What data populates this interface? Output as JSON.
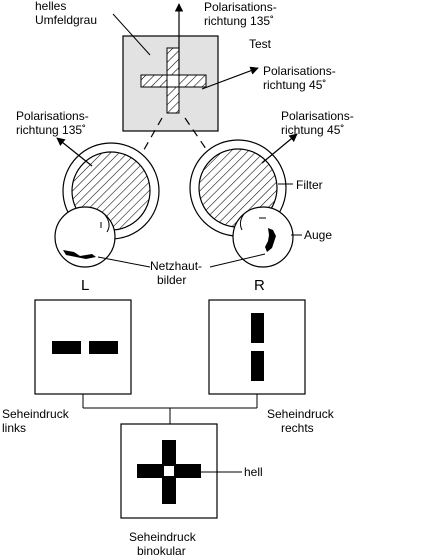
{
  "labels": {
    "helles_1": "helles",
    "helles_2": "Umfeldgrau",
    "pol_top_1": "Polarisations-",
    "pol_top_2": "richtung 135˚",
    "test": "Test",
    "pol_right_1": "Polarisations-",
    "pol_right_2": "richtung 45˚",
    "pol_left_1": "Polarisations-",
    "pol_left_2": "richtung 135˚",
    "pol_far_right_1": "Polarisations-",
    "pol_far_right_2": "richtung 45˚",
    "filter": "Filter",
    "auge": "Auge",
    "netzhaut_1": "Netzhaut-",
    "netzhaut_2": "bilder",
    "left_eye": "L",
    "right_eye": "R",
    "seh_links_1": "Seheindruck",
    "seh_links_2": "links",
    "seh_rechts_1": "Seheindruck",
    "seh_rechts_2": "rechts",
    "hell": "hell",
    "seh_bin_1": "Seheindruck",
    "seh_bin_2": "binokular"
  }
}
